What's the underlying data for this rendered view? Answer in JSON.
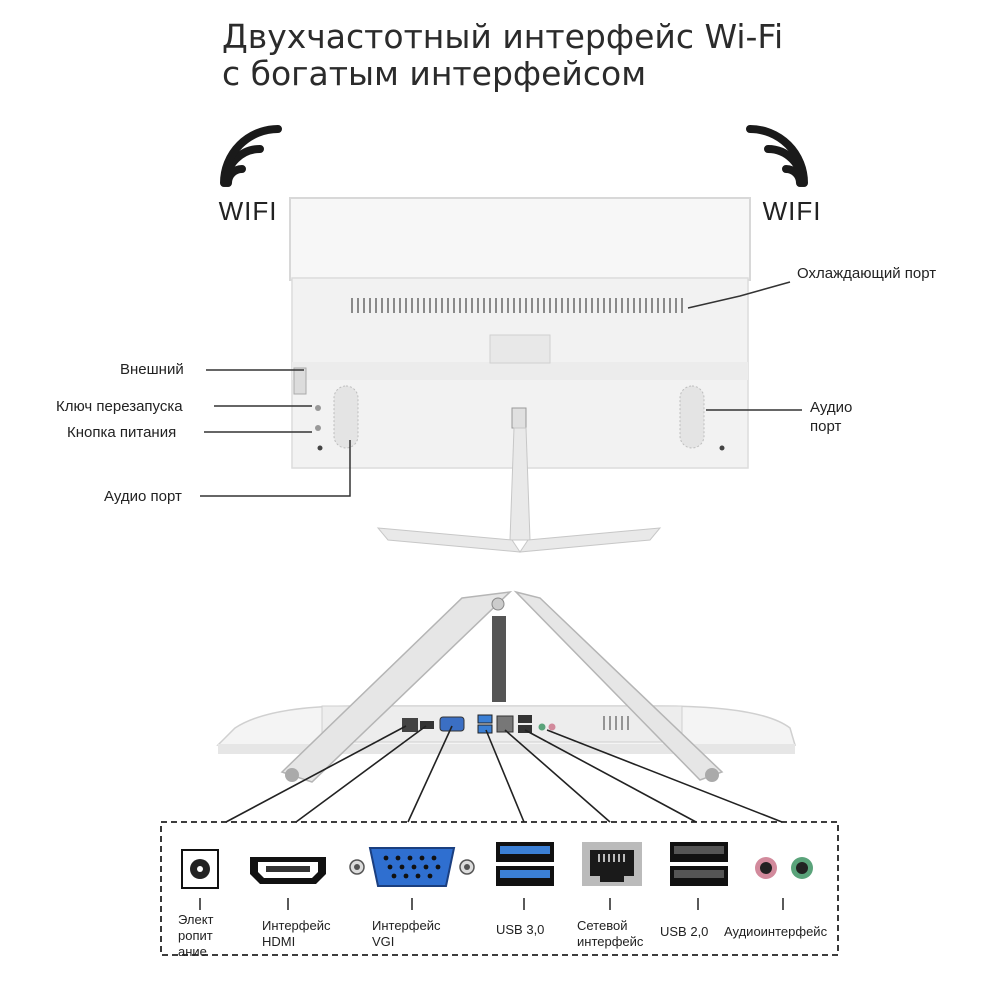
{
  "title": {
    "line1": "Двухчастотный интерфейс Wi-Fi",
    "line2": "с богатым интерфейсом"
  },
  "wifi": {
    "left_label": "WIFI",
    "right_label": "WIFI",
    "icon": "wifi-icon"
  },
  "rear_labels": {
    "cooling": "Охлаждающий порт",
    "external": "Внешний",
    "restart_key": "Ключ перезапуска",
    "power_button": "Кнопка питания",
    "audio_port_left": "Аудио порт",
    "audio_port_right": "Аудио порт"
  },
  "ports": [
    {
      "icon": "power-jack-icon",
      "label": "Элект ропит ание"
    },
    {
      "icon": "hdmi-port-icon",
      "label": "Интерфейс HDMI"
    },
    {
      "icon": "vga-port-icon",
      "label": "Интерфейс VGI"
    },
    {
      "icon": "usb3-port-icon",
      "label": "USB 3,0"
    },
    {
      "icon": "ethernet-port-icon",
      "label": "Сетевой интерфейс"
    },
    {
      "icon": "usb2-port-icon",
      "label": "USB 2,0"
    },
    {
      "icon": "audio-jack-icon",
      "label": "Аудиоинтерфейс"
    }
  ],
  "colors": {
    "usb3_blue": "#3b7fd4",
    "vga_blue": "#2f6fd0",
    "mic_pink": "#d28a9c",
    "line_green": "#5aa37a"
  }
}
